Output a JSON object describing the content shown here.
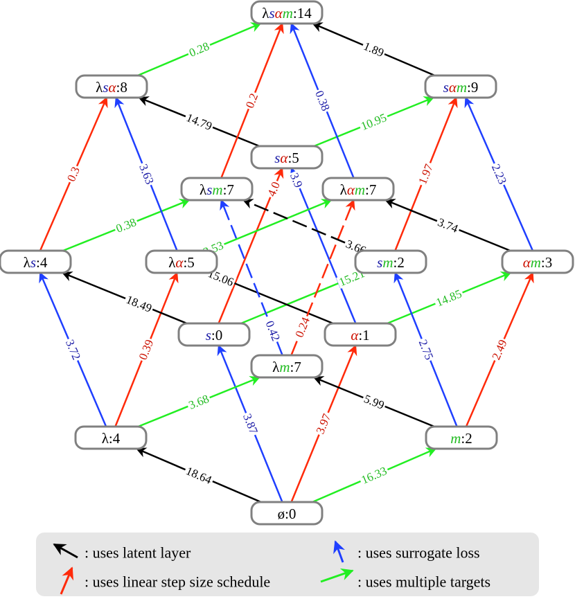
{
  "colors": {
    "latent": "#000000",
    "linear": "#ff2a0a",
    "surrogate": "#1f3fff",
    "multi": "#22ee22",
    "linear_text": "#cc1100",
    "surrogate_text": "#1a1aa6",
    "multi_text": "#22bb22",
    "node_border": "#808080",
    "legend_bg": "#e6e6e6"
  },
  "nodes": [
    {
      "id": "lsam",
      "parts": [
        {
          "t": "λ",
          "c": "k"
        },
        {
          "t": "s",
          "c": "b",
          "i": true
        },
        {
          "t": "α",
          "c": "r",
          "i": true
        },
        {
          "t": "m",
          "c": "g",
          "i": true
        },
        {
          "t": ":14",
          "c": "k"
        }
      ]
    },
    {
      "id": "lsa",
      "parts": [
        {
          "t": "λ",
          "c": "k"
        },
        {
          "t": "s",
          "c": "b",
          "i": true
        },
        {
          "t": "α",
          "c": "r",
          "i": true
        },
        {
          "t": ":8",
          "c": "k"
        }
      ]
    },
    {
      "id": "sam",
      "parts": [
        {
          "t": "s",
          "c": "b",
          "i": true
        },
        {
          "t": "α",
          "c": "r",
          "i": true
        },
        {
          "t": "m",
          "c": "g",
          "i": true
        },
        {
          "t": ":9",
          "c": "k"
        }
      ]
    },
    {
      "id": "sa",
      "parts": [
        {
          "t": "s",
          "c": "b",
          "i": true
        },
        {
          "t": "α",
          "c": "r",
          "i": true
        },
        {
          "t": ":5",
          "c": "k"
        }
      ]
    },
    {
      "id": "lsm",
      "parts": [
        {
          "t": "λ",
          "c": "k"
        },
        {
          "t": "s",
          "c": "b",
          "i": true
        },
        {
          "t": "m",
          "c": "g",
          "i": true
        },
        {
          "t": ":7",
          "c": "k"
        }
      ]
    },
    {
      "id": "lam",
      "parts": [
        {
          "t": "λ",
          "c": "k"
        },
        {
          "t": "α",
          "c": "r",
          "i": true
        },
        {
          "t": "m",
          "c": "g",
          "i": true
        },
        {
          "t": ":7",
          "c": "k"
        }
      ]
    },
    {
      "id": "ls",
      "parts": [
        {
          "t": "λ",
          "c": "k"
        },
        {
          "t": "s",
          "c": "b",
          "i": true
        },
        {
          "t": ":4",
          "c": "k"
        }
      ]
    },
    {
      "id": "la",
      "parts": [
        {
          "t": "λ",
          "c": "k"
        },
        {
          "t": "α",
          "c": "r",
          "i": true
        },
        {
          "t": ":5",
          "c": "k"
        }
      ]
    },
    {
      "id": "sm",
      "parts": [
        {
          "t": "s",
          "c": "b",
          "i": true
        },
        {
          "t": "m",
          "c": "g",
          "i": true
        },
        {
          "t": ":2",
          "c": "k"
        }
      ]
    },
    {
      "id": "am",
      "parts": [
        {
          "t": "α",
          "c": "r",
          "i": true
        },
        {
          "t": "m",
          "c": "g",
          "i": true
        },
        {
          "t": ":3",
          "c": "k"
        }
      ]
    },
    {
      "id": "s",
      "parts": [
        {
          "t": "s",
          "c": "b",
          "i": true
        },
        {
          "t": ":0",
          "c": "k"
        }
      ]
    },
    {
      "id": "a",
      "parts": [
        {
          "t": "α",
          "c": "r",
          "i": true
        },
        {
          "t": ":1",
          "c": "k"
        }
      ]
    },
    {
      "id": "lm",
      "parts": [
        {
          "t": "λ",
          "c": "k"
        },
        {
          "t": "m",
          "c": "g",
          "i": true
        },
        {
          "t": ":7",
          "c": "k"
        }
      ]
    },
    {
      "id": "l",
      "parts": [
        {
          "t": "λ",
          "c": "k"
        },
        {
          "t": ":4",
          "c": "k"
        }
      ]
    },
    {
      "id": "m",
      "parts": [
        {
          "t": "m",
          "c": "g",
          "i": true
        },
        {
          "t": ":2",
          "c": "k"
        }
      ]
    },
    {
      "id": "empty",
      "parts": [
        {
          "t": "ø:0",
          "c": "k"
        }
      ]
    }
  ],
  "edges": [
    {
      "from": "empty",
      "to": "l",
      "type": "latent",
      "label": "18.64"
    },
    {
      "from": "empty",
      "to": "s",
      "type": "surrogate",
      "label": "3.87"
    },
    {
      "from": "empty",
      "to": "a",
      "type": "linear",
      "label": "3.97"
    },
    {
      "from": "empty",
      "to": "m",
      "type": "multi",
      "label": "16.33"
    },
    {
      "from": "l",
      "to": "ls",
      "type": "surrogate",
      "label": "3.72"
    },
    {
      "from": "l",
      "to": "la",
      "type": "linear",
      "label": "0.39"
    },
    {
      "from": "l",
      "to": "lm",
      "type": "multi",
      "label": "3.68"
    },
    {
      "from": "s",
      "to": "ls",
      "type": "latent",
      "label": "18.49"
    },
    {
      "from": "s",
      "to": "sa",
      "type": "linear",
      "label": "4.0"
    },
    {
      "from": "s",
      "to": "sm",
      "type": "multi",
      "label": "15.21"
    },
    {
      "from": "a",
      "to": "la",
      "type": "latent",
      "label": "15.06"
    },
    {
      "from": "a",
      "to": "sa",
      "type": "surrogate",
      "label": "3.9"
    },
    {
      "from": "a",
      "to": "am",
      "type": "multi",
      "label": "14.85"
    },
    {
      "from": "m",
      "to": "lm",
      "type": "latent",
      "label": "5.99"
    },
    {
      "from": "m",
      "to": "sm",
      "type": "surrogate",
      "label": "2.75"
    },
    {
      "from": "m",
      "to": "am",
      "type": "linear",
      "label": "2.49"
    },
    {
      "from": "lm",
      "to": "lsm",
      "type": "surrogate",
      "label": "0.42"
    },
    {
      "from": "lm",
      "to": "lam",
      "type": "linear",
      "label": "0.24"
    },
    {
      "from": "ls",
      "to": "lsa",
      "type": "linear",
      "label": "0.3"
    },
    {
      "from": "ls",
      "to": "lsm",
      "type": "multi",
      "label": "0.38"
    },
    {
      "from": "la",
      "to": "lsa",
      "type": "surrogate",
      "label": "3.63"
    },
    {
      "from": "la",
      "to": "lam",
      "type": "multi",
      "label": "3.53"
    },
    {
      "from": "sm",
      "to": "lsm",
      "type": "latent",
      "label": "3.66"
    },
    {
      "from": "sm",
      "to": "sam",
      "type": "linear",
      "label": "1.97"
    },
    {
      "from": "am",
      "to": "lam",
      "type": "latent",
      "label": "3.74"
    },
    {
      "from": "am",
      "to": "sam",
      "type": "surrogate",
      "label": "2.23"
    },
    {
      "from": "sa",
      "to": "lsa",
      "type": "latent",
      "label": "14.79"
    },
    {
      "from": "sa",
      "to": "sam",
      "type": "multi",
      "label": "10.95"
    },
    {
      "from": "lsa",
      "to": "lsam",
      "type": "multi",
      "label": "0.28"
    },
    {
      "from": "lsm",
      "to": "lsam",
      "type": "linear",
      "label": "0.2"
    },
    {
      "from": "lam",
      "to": "lsam",
      "type": "surrogate",
      "label": "0.38"
    },
    {
      "from": "sam",
      "to": "lsam",
      "type": "latent",
      "label": "1.89"
    }
  ],
  "legend": [
    {
      "type": "latent",
      "label": ": uses latent layer"
    },
    {
      "type": "linear",
      "label": ": uses linear step size schedule"
    },
    {
      "type": "surrogate",
      "label": ": uses surrogate loss"
    },
    {
      "type": "multi",
      "label": ": uses multiple targets"
    }
  ]
}
